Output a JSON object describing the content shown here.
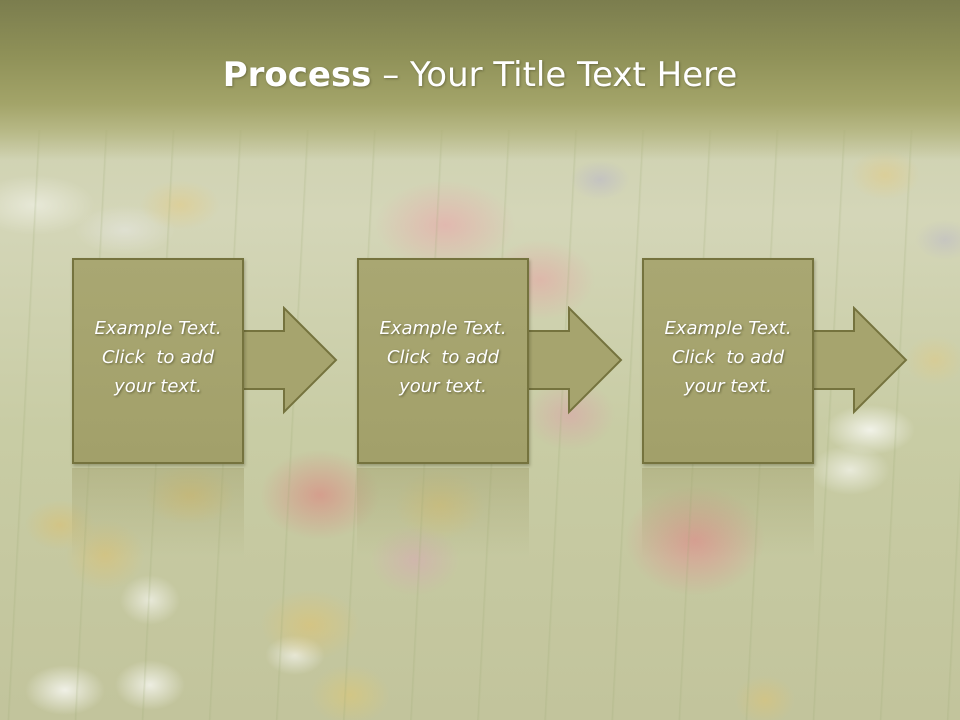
{
  "title": {
    "bold": "Process",
    "rest": " – Your Title Text Here"
  },
  "steps": [
    {
      "line1": "Example Text.",
      "line2": "Click  to add",
      "line3": "your text."
    },
    {
      "line1": "Example Text.",
      "line2": "Click  to add",
      "line3": "your text."
    },
    {
      "line1": "Example Text.",
      "line2": "Click  to add",
      "line3": "your text."
    }
  ],
  "colors": {
    "box_fill": "#a6a46e",
    "box_border": "#75733e",
    "title_band": "#8f9158",
    "text": "#ffffff"
  },
  "icons": [
    "right-arrow-icon",
    "right-arrow-icon",
    "right-arrow-icon"
  ]
}
